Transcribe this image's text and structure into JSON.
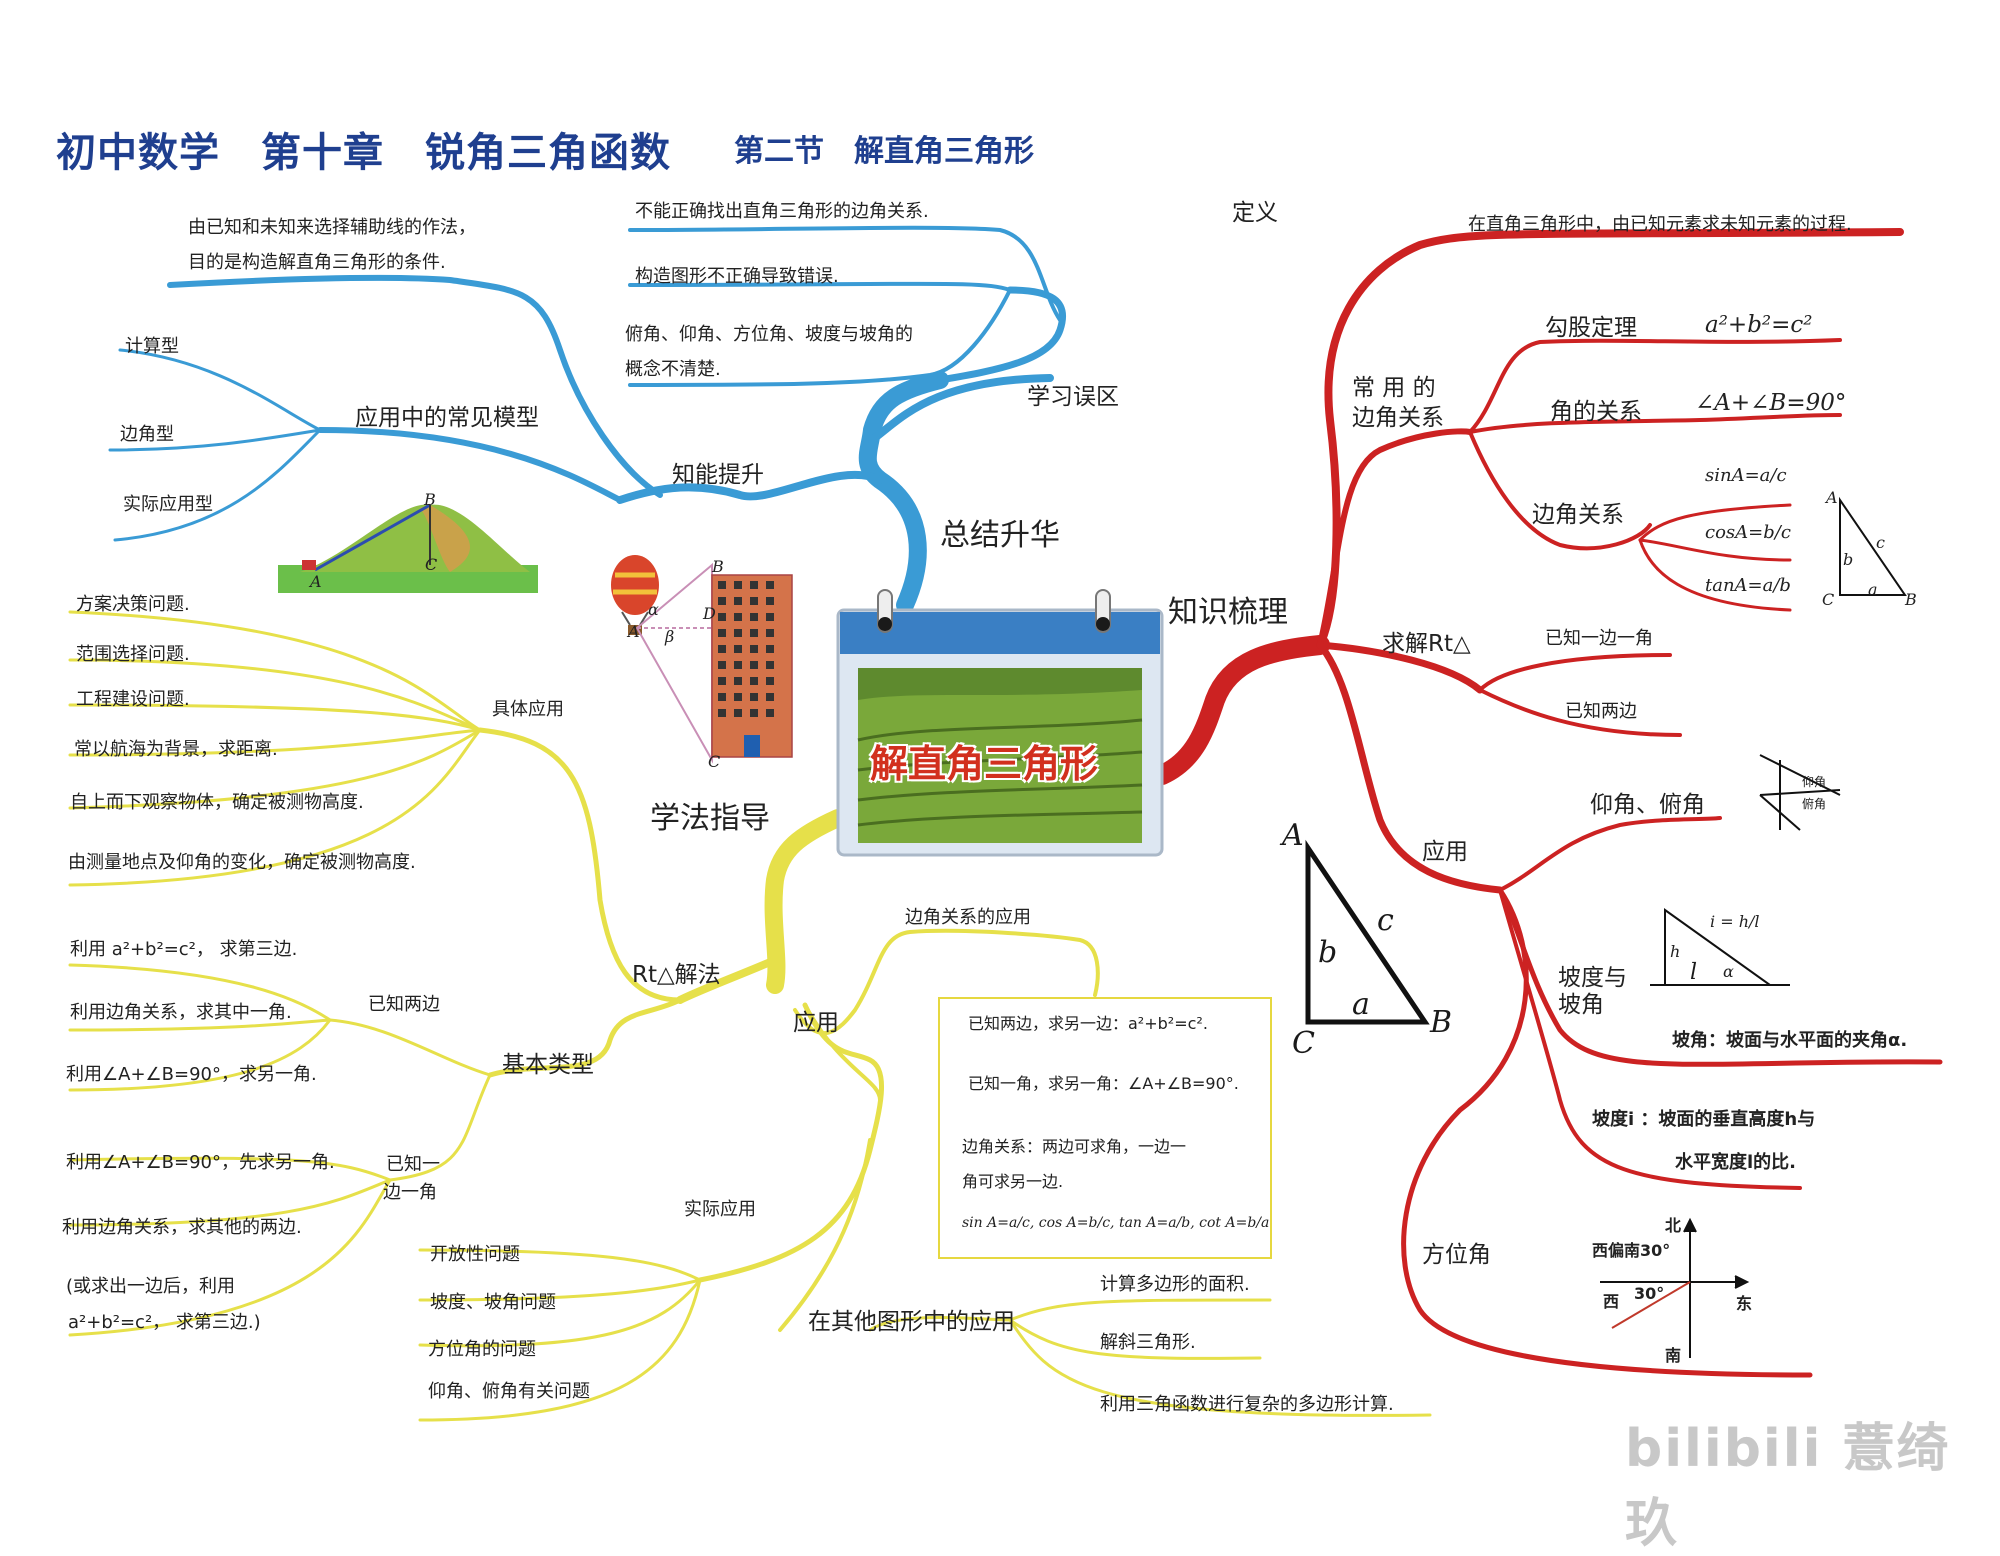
{
  "header": {
    "title": "初中数学　第十章　锐角三角函数",
    "subtitle": "第二节　解直角三角形"
  },
  "colors": {
    "blue": "#3a9bd5",
    "red": "#cc2222",
    "yellow": "#e6e04a",
    "title": "#1f3f8f"
  },
  "center": {
    "label": "解直角三角形"
  },
  "summary": {
    "label": "总结升华",
    "mistakes": {
      "label": "学习误区",
      "items": [
        "不能正确找出直角三角形的边角关系.",
        "构造图形不正确导致错误.",
        "俯角、仰角、方位角、坡度与坡角的",
        "概念不清楚."
      ]
    },
    "ability": {
      "label": "知能提升",
      "aux_line": [
        "由已知和未知来选择辅助线的作法，",
        "目的是构造解直角三角形的条件."
      ],
      "models": {
        "label": "应用中的常见模型",
        "items": [
          "计算型",
          "边角型",
          "实际应用型"
        ]
      }
    }
  },
  "knowledge": {
    "label": "知识梳理",
    "definition": {
      "label": "定义",
      "text": "在直角三角形中，由已知元素求未知元素的过程."
    },
    "relations": {
      "label_line1": "常 用 的",
      "label_line2": "边角关系",
      "pythagoras": {
        "label": "勾股定理",
        "formula": "a²+b²=c²"
      },
      "angles": {
        "label": "角的关系",
        "formula": "∠A+∠B=90°"
      },
      "sides": {
        "label": "边角关系",
        "sin": "sinA=a/c",
        "cos": "cosA=b/c",
        "tan": "tanA=a/b",
        "tri_labels": [
          "A",
          "b",
          "c",
          "C",
          "a",
          "B"
        ]
      }
    },
    "solve": {
      "label": "求解Rt△",
      "items": [
        "已知一边一角",
        "已知两边"
      ]
    },
    "application": {
      "label": "应用",
      "elevation": "仰角、俯角",
      "elev_icon": [
        "仰角",
        "俯角"
      ],
      "tri_labels": [
        "A",
        "b",
        "c",
        "a",
        "C",
        "B"
      ],
      "slope_label_1": "坡度与",
      "slope_label_2": "坡角",
      "slope_icon": [
        "i = h/l",
        "h",
        "l",
        "α"
      ],
      "slope_angle": "坡角：坡面与水平面的夹角α.",
      "slope_ratio_1": "坡度i ：坡面的垂直高度h与",
      "slope_ratio_2": "水平宽度l的比.",
      "bearing": "方位角",
      "compass": [
        "北",
        "西偏南30°",
        "西",
        "30°",
        "东",
        "南"
      ]
    }
  },
  "method": {
    "label": "学法指导",
    "specific": {
      "label": "具体应用",
      "items": [
        "方案决策问题.",
        "范围选择问题.",
        "工程建设问题.",
        "常以航海为背景，求距离.",
        "自上而下观察物体，确定被测物高度.",
        "由测量地点及仰角的变化，确定被测物高度."
      ]
    },
    "rt_solve": {
      "label": "Rt△解法"
    },
    "basic": {
      "label": "基本类型",
      "two_sides": {
        "label": "已知两边",
        "items": [
          "利用 a²+b²=c²，  求第三边.",
          "利用边角关系，求其中一角.",
          "利用∠A+∠B=90°，求另一角."
        ]
      },
      "side_angle": {
        "label_line1": "已知一",
        "label_line2": "边一角",
        "items": [
          "利用∠A+∠B=90°，先求另一角.",
          "利用边角关系，求其他的两边.",
          "(或求出一边后，利用",
          "a²+b²=c²，  求第三边.)"
        ]
      }
    },
    "application": {
      "label": "应用",
      "side_angle_app": {
        "label": "边角关系的应用",
        "box": [
          "已知两边，求另一边：a²+b²=c².",
          "已知一角，求另一角：∠A+∠B=90°.",
          "边角关系：两边可求角，一边一",
          "角可求另一边.",
          "sin A=a/c, cos A=b/c, tan A=a/b, cot A=b/a"
        ]
      },
      "practical": {
        "label": "实际应用",
        "items": [
          "开放性问题",
          "坡度、坡角问题",
          "方位角的问题",
          "仰角、俯角有关问题"
        ]
      },
      "other": {
        "label": "在其他图形中的应用",
        "items": [
          "计算多边形的面积.",
          "解斜三角形.",
          "利用三角函数进行复杂的多边形计算."
        ]
      }
    }
  },
  "figures": {
    "balloon": [
      "B",
      "α",
      "A",
      "β",
      "D",
      "C"
    ],
    "mountain": [
      "A",
      "B",
      "C"
    ]
  },
  "watermark": "bilibili 薏绮玖"
}
